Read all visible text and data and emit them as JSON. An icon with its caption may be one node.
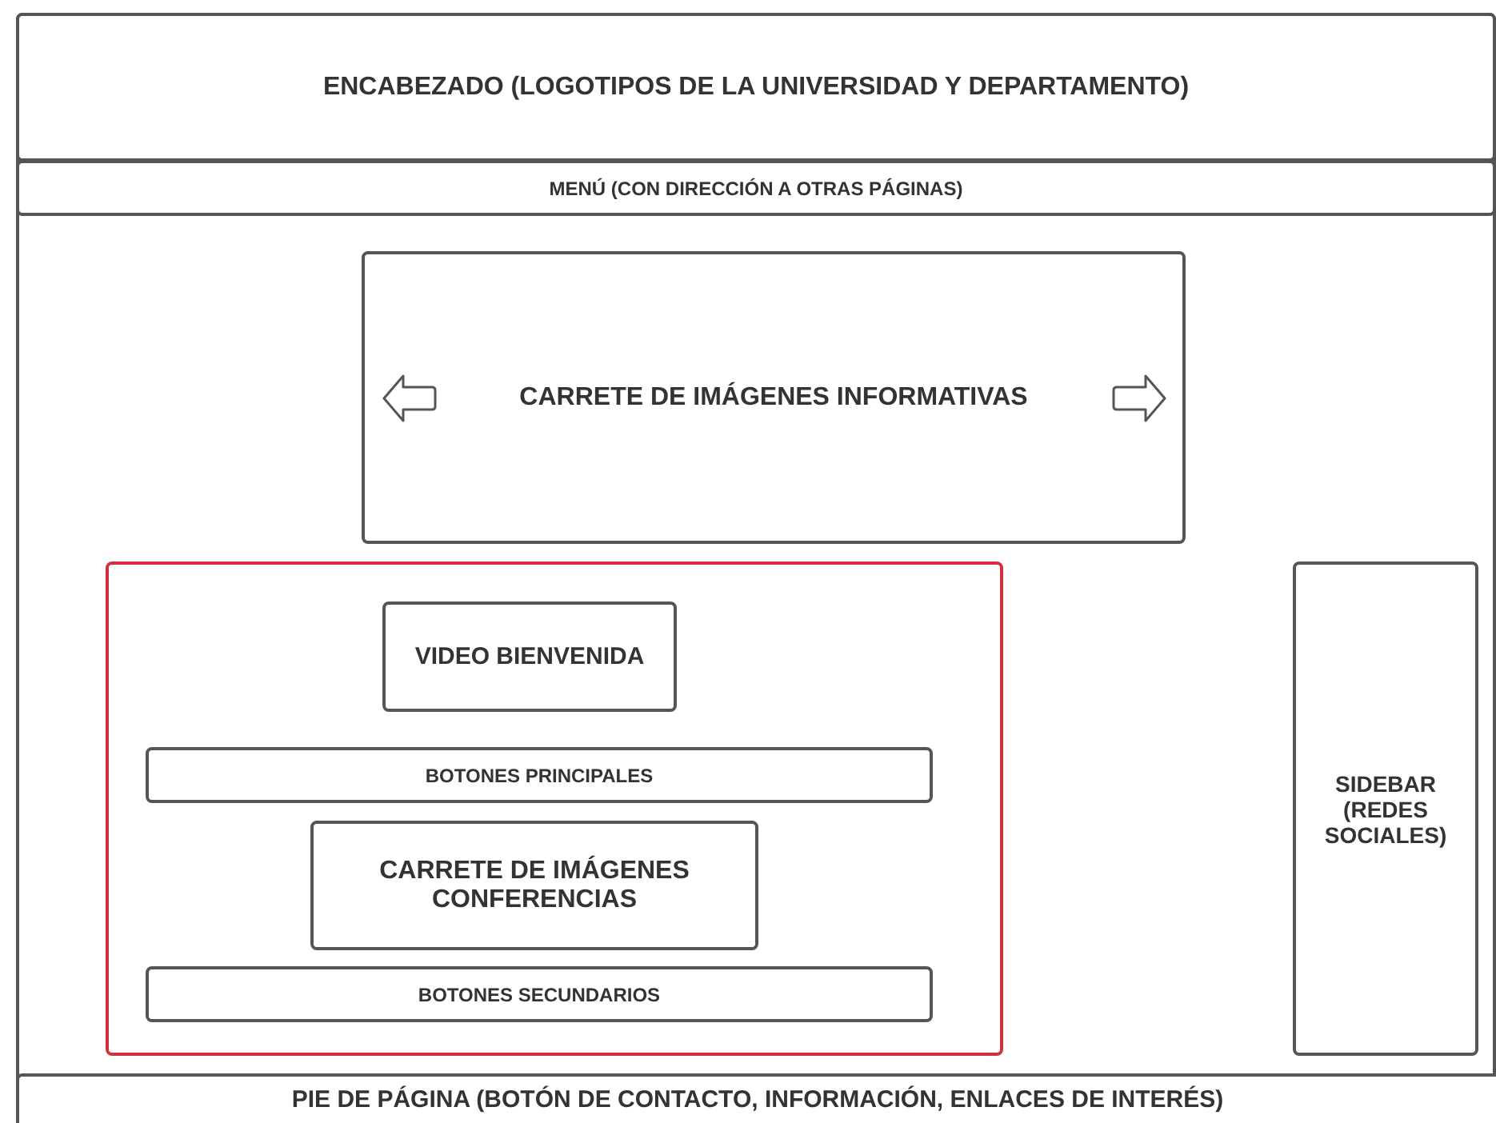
{
  "diagram": {
    "nodes": [
      {
        "text": [
          "ENCABEZADO (LOGOTIPOS DE LA UNIVERSIDAD Y DEPARTAMENTO)"
        ]
      },
      {
        "text": [
          "MENÚ (CON DIRECCIÓN A OTRAS PÁGINAS)"
        ]
      },
      {
        "text": [
          "CARRETE DE IMÁGENES INFORMATIVAS"
        ]
      },
      {
        "text": [],
        "shape": "box"
      },
      {
        "text": [
          "VIDEO BIENVENIDA"
        ],
        "in": 3
      },
      {
        "text": [
          "BOTONES PRINCIPALES"
        ],
        "in": 3
      },
      {
        "text": [
          "CARRETE DE IMÁGENES CONFERENCIAS"
        ],
        "in": 3
      },
      {
        "text": [
          "BOTONES SECUNDARIOS"
        ],
        "in": 3
      },
      {
        "text": [
          "SIDEBAR (REDES SOCIALES)"
        ]
      },
      {
        "text": [
          "PIE DE PÁGINA (BOTÓN DE CONTACTO, INFORMACIÓN, ENLACES DE INTERÉS)"
        ]
      }
    ]
  }
}
